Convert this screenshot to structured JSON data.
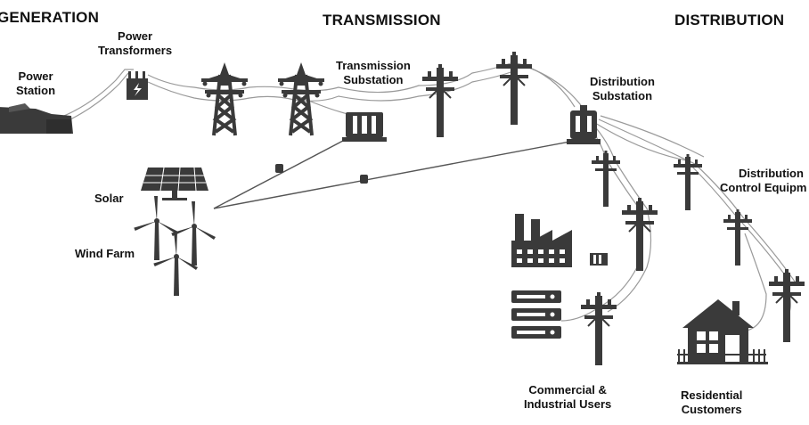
{
  "headers": {
    "generation": "GENERATION",
    "transmission": "TRANSMISSION",
    "distribution": "DISTRIBUTION"
  },
  "labels": {
    "power_station": [
      "Power",
      "Station"
    ],
    "power_transformers": [
      "Power",
      "Transformers"
    ],
    "transmission_substation": [
      "Transmission",
      "Substation"
    ],
    "distribution_substation": [
      "Distribution",
      "Substation"
    ],
    "distribution_control": [
      "Distribution",
      "Control Equipm"
    ],
    "solar": "Solar",
    "wind_farm": "Wind Farm",
    "commercial": [
      "Commercial &",
      "Industrial Users"
    ],
    "residential": [
      "Residential",
      "Customers"
    ]
  },
  "colors": {
    "icon": "#3a3a3a",
    "wire": "#9a9a9a",
    "text": "#111111"
  }
}
